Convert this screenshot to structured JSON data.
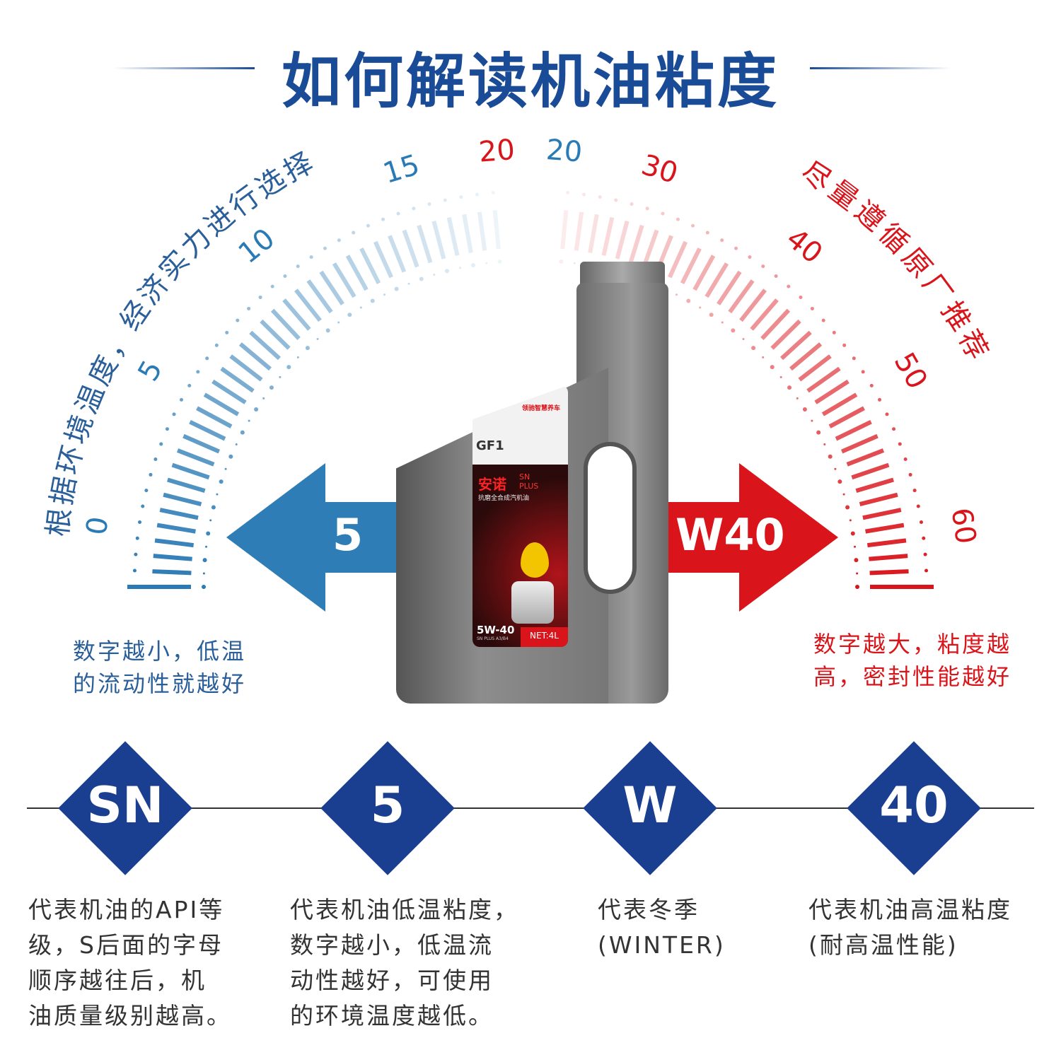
{
  "title": "如何解读机油粘度",
  "left_arc_text": "根据环境温度，经济实力进行选择",
  "right_arc_text": "尽量遵循原厂推荐",
  "left_scale": [
    "0",
    "5",
    "10",
    "15",
    "20"
  ],
  "right_scale": [
    "20",
    "30",
    "40",
    "50",
    "60"
  ],
  "left_arrow": "5",
  "right_arrow": "W40",
  "left_note": [
    "数字越小，低温",
    "的流动性就越好"
  ],
  "right_note": [
    "数字越大，粘度越",
    "高，密封性能越好"
  ],
  "bottle": {
    "brand_seal": "领驰智慧养车",
    "logo": "GF1",
    "product": "安诺",
    "grade_line1": "SN",
    "grade_line2": "PLUS",
    "subtitle": "抗磨全合成汽机油",
    "viscosity": "5W-40",
    "spec": "SN PLUS A3/B4",
    "net": "NET:4L"
  },
  "codes": [
    {
      "code": "SN",
      "desc": [
        "代表机油的API等",
        "级，S后面的字母",
        "顺序越往后，机",
        "油质量级别越高。"
      ]
    },
    {
      "code": "5",
      "desc": [
        "代表机油低温粘度，",
        "数字越小，低温流",
        "动性越好，可使用",
        "的环境温度越低。"
      ]
    },
    {
      "code": "W",
      "desc": [
        "代表冬季",
        "(WINTER)"
      ]
    },
    {
      "code": "40",
      "desc": [
        "代表机油高温粘度",
        "(耐高温性能)"
      ]
    }
  ],
  "colors": {
    "blue": "#2a7ab5",
    "red": "#d9151b",
    "navy": "#1b3f90"
  }
}
